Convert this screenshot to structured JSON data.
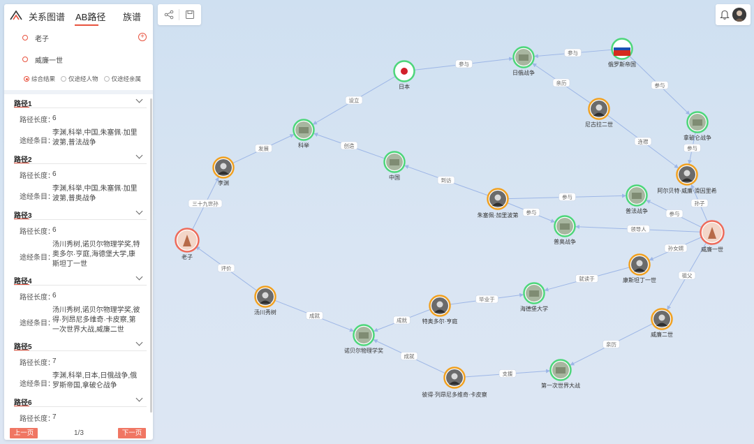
{
  "tabs": {
    "relations": "关系图谱",
    "ab_path": "AB路径",
    "genealogy": "族谱"
  },
  "persons": {
    "from": "老子",
    "to": "威廉一世"
  },
  "filters": [
    {
      "label": "综合结果",
      "selected": true
    },
    {
      "label": "仅途经人物",
      "selected": false
    },
    {
      "label": "仅途经亲属",
      "selected": false
    }
  ],
  "path_length_label": "路径长度：",
  "path_via_label": "途经条目：",
  "paths": [
    {
      "title": "路径1",
      "length": "6",
      "via": "李渊,科举,中国,朱塞佩·加里波第,普法战争"
    },
    {
      "title": "路径2",
      "length": "6",
      "via": "李渊,科举,中国,朱塞佩·加里波第,普奥战争"
    },
    {
      "title": "路径3",
      "length": "6",
      "via": "汤川秀树,诺贝尔物理学奖,特奥多尔·亨庭,海德堡大学,康斯坦丁一世"
    },
    {
      "title": "路径4",
      "length": "6",
      "via": "汤川秀树,诺贝尔物理学奖,彼得·列昂尼多维奇·卡皮察,第一次世界大战,威廉二世"
    },
    {
      "title": "路径5",
      "length": "7",
      "via": "李渊,科举,日本,日俄战争,俄罗斯帝国,拿破仑战争"
    },
    {
      "title": "路径6",
      "length": "7",
      "via": ""
    }
  ],
  "pagination": {
    "prev": "上一页",
    "next": "下一页",
    "page": "1/3"
  },
  "graph": {
    "nodes": [
      {
        "id": "laozi",
        "label": "老子",
        "type": "endpoint"
      },
      {
        "id": "liyuan",
        "label": "李渊",
        "type": "person"
      },
      {
        "id": "keju",
        "label": "科举",
        "type": "thing"
      },
      {
        "id": "riben",
        "label": "日本",
        "type": "country"
      },
      {
        "id": "riezhanzheng",
        "label": "日俄战争",
        "type": "thing"
      },
      {
        "id": "eluosi",
        "label": "俄罗斯帝国",
        "type": "country"
      },
      {
        "id": "nigula",
        "label": "尼古拉二世",
        "type": "person"
      },
      {
        "id": "napolun",
        "label": "拿破仑战争",
        "type": "thing"
      },
      {
        "id": "zhongguo",
        "label": "中国",
        "type": "thing"
      },
      {
        "id": "yinhuan",
        "label": "阿尔贝特·威廉·滑因里希",
        "type": "person"
      },
      {
        "id": "jialibodi",
        "label": "朱塞佩·加里波第",
        "type": "person"
      },
      {
        "id": "pufa",
        "label": "普法战争",
        "type": "thing"
      },
      {
        "id": "puao",
        "label": "普奥战争",
        "type": "thing"
      },
      {
        "id": "weilian1",
        "label": "威廉一世",
        "type": "endpoint"
      },
      {
        "id": "kangsitanding",
        "label": "康斯坦丁一世",
        "type": "person"
      },
      {
        "id": "tangchuan",
        "label": "汤川秀树",
        "type": "person"
      },
      {
        "id": "haidebao",
        "label": "海德堡大学",
        "type": "thing"
      },
      {
        "id": "hengting",
        "label": "特奥多尔·亨庭",
        "type": "person"
      },
      {
        "id": "nuobeier",
        "label": "诺贝尔物理学奖",
        "type": "thing"
      },
      {
        "id": "weilian2",
        "label": "威廉二世",
        "type": "person"
      },
      {
        "id": "kapica",
        "label": "彼得·列昂尼多维奇·卡皮察",
        "type": "person"
      },
      {
        "id": "yizhan",
        "label": "第一次世界大战",
        "type": "thing"
      }
    ],
    "edges": [
      {
        "from": "laozi",
        "to": "liyuan",
        "label": "三十九世孙"
      },
      {
        "from": "liyuan",
        "to": "keju",
        "label": "发展"
      },
      {
        "from": "riben",
        "to": "keju",
        "label": "设立"
      },
      {
        "from": "zhongguo",
        "to": "keju",
        "label": "创造"
      },
      {
        "from": "riben",
        "to": "riezhanzheng",
        "label": "参与"
      },
      {
        "from": "eluosi",
        "to": "riezhanzheng",
        "label": "参与"
      },
      {
        "from": "nigula",
        "to": "riezhanzheng",
        "label": "亲历"
      },
      {
        "from": "eluosi",
        "to": "napolun",
        "label": "参与"
      },
      {
        "from": "nigula",
        "to": "yinhuan",
        "label": "连襟"
      },
      {
        "from": "napolun",
        "to": "yinhuan",
        "label": "参与"
      },
      {
        "from": "jialibodi",
        "to": "zhongguo",
        "label": "到访"
      },
      {
        "from": "jialibodi",
        "to": "pufa",
        "label": "参与"
      },
      {
        "from": "jialibodi",
        "to": "puao",
        "label": "参与"
      },
      {
        "from": "weilian1",
        "to": "pufa",
        "label": "参与"
      },
      {
        "from": "weilian1",
        "to": "yinhuan",
        "label": "孙子"
      },
      {
        "from": "weilian1",
        "to": "puao",
        "label": "领导人"
      },
      {
        "from": "weilian1",
        "to": "kangsitanding",
        "label": "孙女婿"
      },
      {
        "from": "weilian1",
        "to": "weilian2",
        "label": "祖父"
      },
      {
        "from": "kangsitanding",
        "to": "haidebao",
        "label": "就读于"
      },
      {
        "from": "hengting",
        "to": "haidebao",
        "label": "毕业于"
      },
      {
        "from": "hengting",
        "to": "nuobeier",
        "label": "成就"
      },
      {
        "from": "tangchuan",
        "to": "laozi",
        "label": "评价"
      },
      {
        "from": "tangchuan",
        "to": "nuobeier",
        "label": "成就"
      },
      {
        "from": "kapica",
        "to": "nuobeier",
        "label": "成就"
      },
      {
        "from": "kapica",
        "to": "yizhan",
        "label": "支援"
      },
      {
        "from": "weilian2",
        "to": "yizhan",
        "label": "亲历"
      }
    ]
  },
  "colors": {
    "accent": "#e8533f",
    "thing_ring": "#4dd67a",
    "person_ring": "#f0a020",
    "endpoint_ring": "#ee6b5a",
    "edge": "#9db6e6"
  }
}
